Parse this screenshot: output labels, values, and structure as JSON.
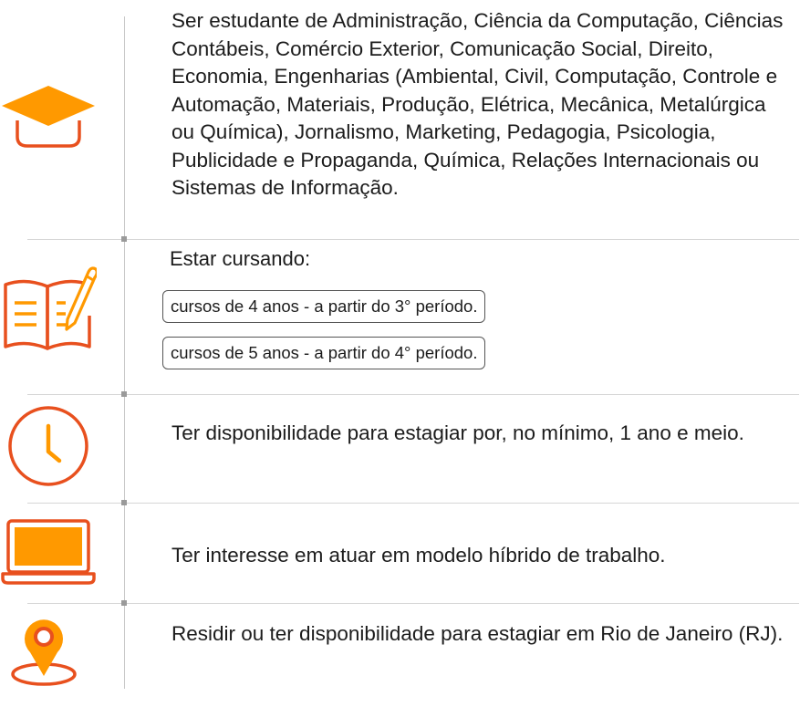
{
  "requirements": [
    {
      "icon": "graduation-cap-icon",
      "text": "Ser estudante de Administração, Ciência da Computação, Ciências Contábeis, Comércio Exterior, Comunicação Social, Direito, Economia, Engenharias (Ambiental, Civil, Computação, Controle e Automação, Materiais, Produção, Elétrica, Mecânica, Metalúrgica ou Química), Jornalismo, Marketing, Pedagogia, Psicologia, Publicidade e Propaganda, Química, Relações Internacionais ou Sistemas de Informação."
    },
    {
      "icon": "book-pencil-icon",
      "label": "Estar cursando:",
      "options": [
        "cursos de 4 anos - a partir do 3° período.",
        "cursos de 5 anos - a partir do 4° período."
      ]
    },
    {
      "icon": "clock-icon",
      "text": "Ter disponibilidade para estagiar por, no mínimo, 1 ano e meio."
    },
    {
      "icon": "laptop-icon",
      "text": "Ter interesse em atuar em modelo híbrido de trabalho."
    },
    {
      "icon": "location-pin-icon",
      "text": "Residir ou ter disponibilidade para estagiar em Rio de Janeiro (RJ)."
    }
  ],
  "colors": {
    "accent_orange": "#FF9900",
    "accent_red": "#E8501E",
    "text": "#1c1c1c"
  }
}
